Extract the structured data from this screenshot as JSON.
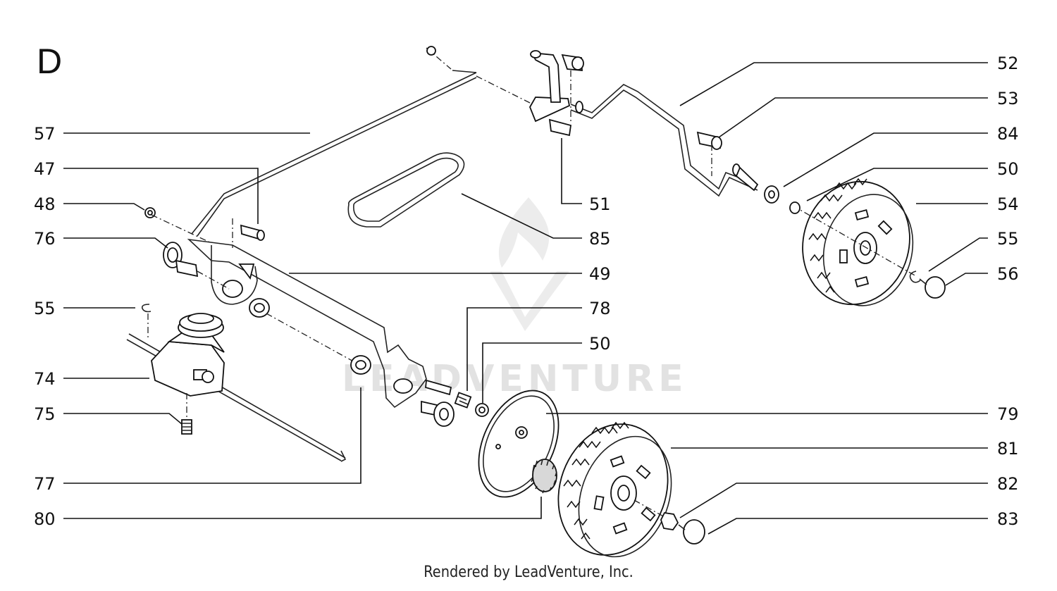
{
  "diagram": {
    "section_letter": "D",
    "footer": "Rendered by LeadVenture, Inc.",
    "watermark_text": "LEADVENTURE",
    "parts_left": [
      "57",
      "47",
      "48",
      "76",
      "55",
      "74",
      "75",
      "77",
      "80"
    ],
    "parts_center": [
      "51",
      "85",
      "49",
      "78",
      "50"
    ],
    "parts_right": [
      "52",
      "53",
      "84",
      "50",
      "54",
      "55",
      "56",
      "79",
      "81",
      "82",
      "83"
    ]
  }
}
